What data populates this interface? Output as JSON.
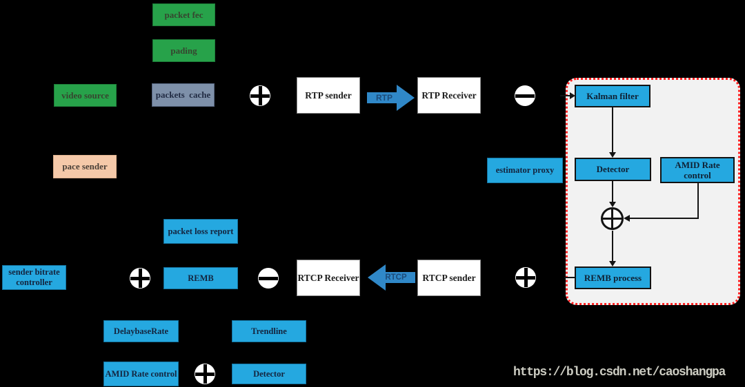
{
  "nodes": {
    "packet_fec": {
      "label": "packet fec"
    },
    "pading": {
      "label": "pading"
    },
    "video_source": {
      "label": "video source"
    },
    "packets_cache": {
      "label": "packets  cache"
    },
    "rtp_sender": {
      "label": "RTP sender"
    },
    "rtp_receiver": {
      "label": "RTP Receiver"
    },
    "pace_sender": {
      "label": "pace sender"
    },
    "estimator_proxy": {
      "label": "estimator proxy"
    },
    "kalman_filter": {
      "label": "Kalman filter"
    },
    "detector_estimator": {
      "label": "Detector"
    },
    "amid_rate_control_estimator": {
      "label": "AMID Rate control"
    },
    "remb_process": {
      "label": "REMB process"
    },
    "packet_loss_report": {
      "label": "packet loss report"
    },
    "sender_bitrate_controller": {
      "label": "sender bitrate controller"
    },
    "remb": {
      "label": "REMB"
    },
    "rtcp_receiver": {
      "label": "RTCP Receiver"
    },
    "rtcp_sender": {
      "label": "RTCP sender"
    },
    "delaybase_rate": {
      "label": "DelaybaseRate"
    },
    "trendline": {
      "label": "Trendline"
    },
    "amid_rate_control_bottom": {
      "label": "AMID Rate control"
    },
    "detector_bottom": {
      "label": "Detector"
    }
  },
  "arrows": {
    "rtp_label": "RTP",
    "rtcp_label": "RTCP"
  },
  "icons": {
    "circle_plus": "circled plus junction",
    "circle_minus": "circled minus junction"
  },
  "watermark": "https://blog.csdn.net/caoshangpa",
  "colors": {
    "background": "#000000",
    "green_box": "#27a24a",
    "cyan_box": "#25a8e0",
    "gray_box": "#7e90a9",
    "peach_box": "#f5c9a9",
    "white_box": "#ffffff",
    "arrow_blue": "#3088c8",
    "panel_fill": "#f2f2f2",
    "panel_border_red": "#ff2222",
    "watermark_gray": "#ccccc2"
  }
}
